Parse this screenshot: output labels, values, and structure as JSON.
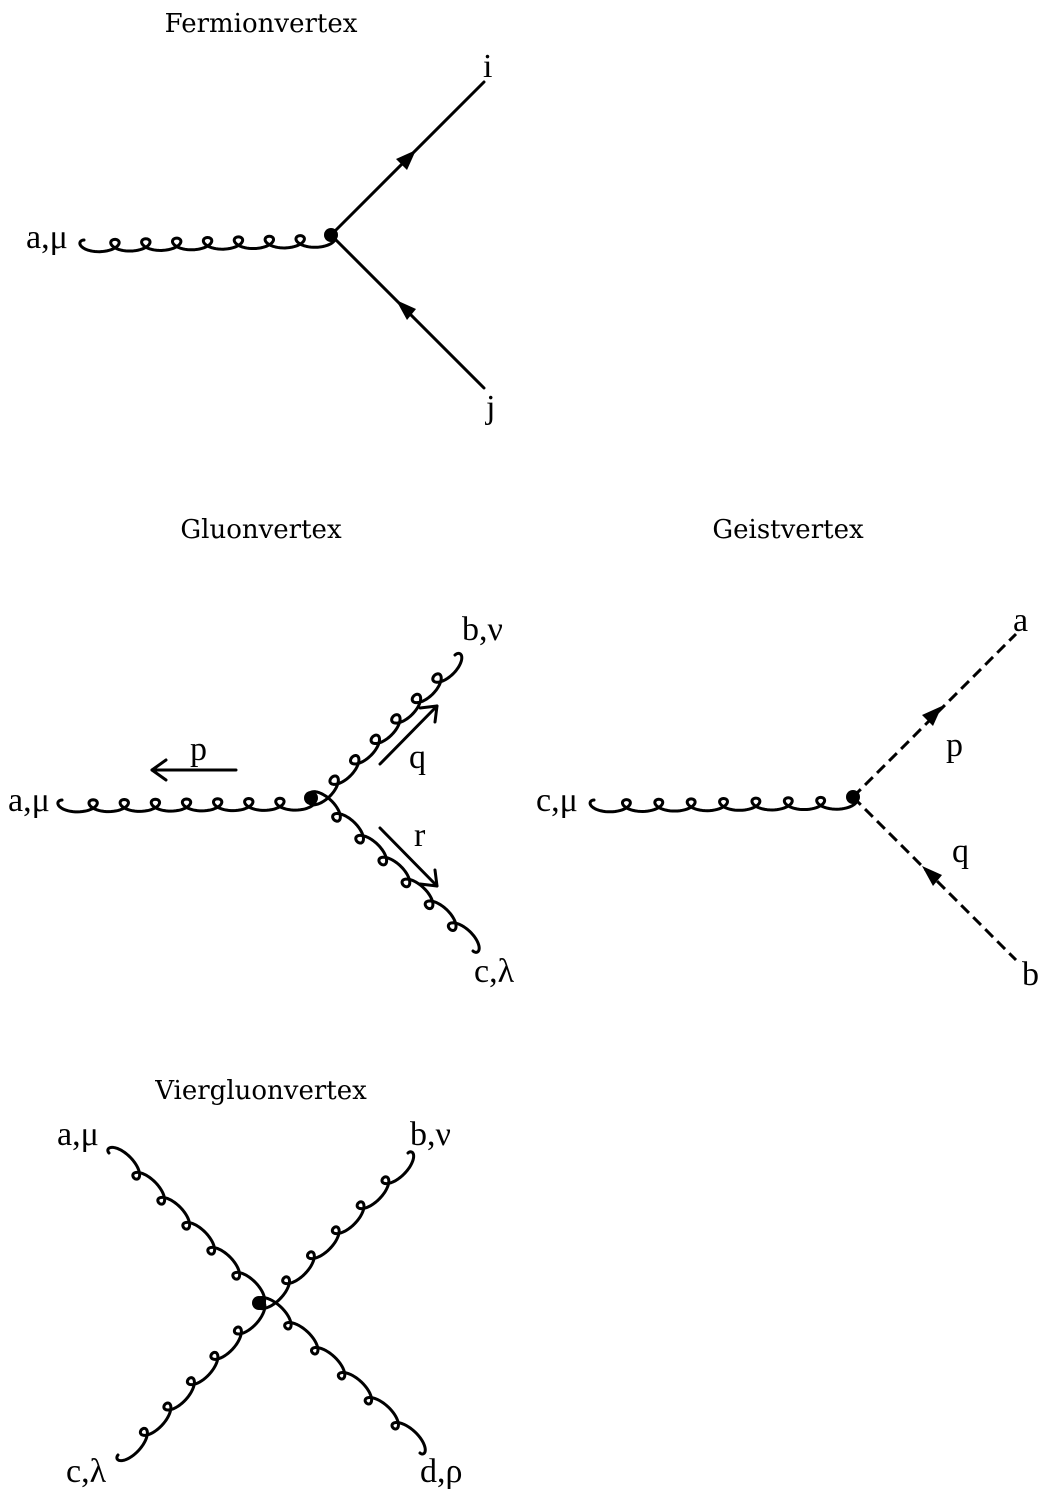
{
  "diagrams": {
    "fermion": {
      "title": "Fermionvertex",
      "labels": {
        "gluon": "a,μ",
        "out": "i",
        "in": "j"
      }
    },
    "gluon": {
      "title": "Gluonvertex",
      "labels": {
        "left": "a,μ",
        "upper": "b,ν",
        "lower": "c,λ"
      },
      "momenta": {
        "p": "p",
        "q": "q",
        "r": "r"
      }
    },
    "ghost": {
      "title": "Geistvertex",
      "labels": {
        "gluon": "c,μ",
        "out": "a",
        "in": "b"
      },
      "momenta": {
        "p": "p",
        "q": "q"
      }
    },
    "fourgluon": {
      "title": "Viergluonvertex",
      "labels": {
        "tl": "a,μ",
        "tr": "b,ν",
        "bl": "c,λ",
        "br": "d,ρ"
      }
    }
  }
}
